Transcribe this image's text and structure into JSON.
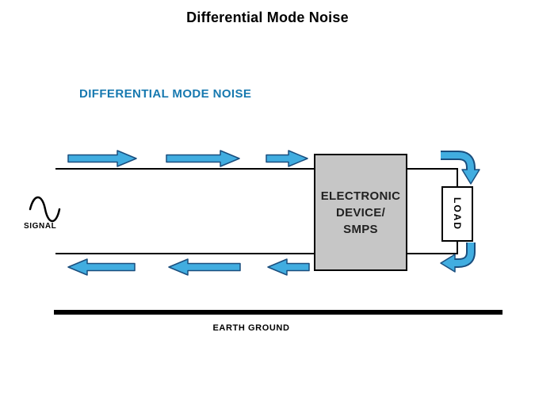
{
  "title": "Differential Mode Noise",
  "heading": "DIFFERENTIAL MODE NOISE",
  "signal_label": "SIGNAL",
  "device_box": {
    "line1": "ELECTRONIC",
    "line2": "DEVICE/",
    "line3": "SMPS"
  },
  "load_label": "LOAD",
  "ground_label": "EARTH GROUND",
  "icons": {
    "signal_source": "sine-wave-icon"
  },
  "colors": {
    "arrow_fill": "#41ADE0",
    "arrow_outline": "#1A4E7E",
    "heading_text": "#1779B0",
    "device_fill": "#C6C6C6",
    "wire": "#000000"
  }
}
